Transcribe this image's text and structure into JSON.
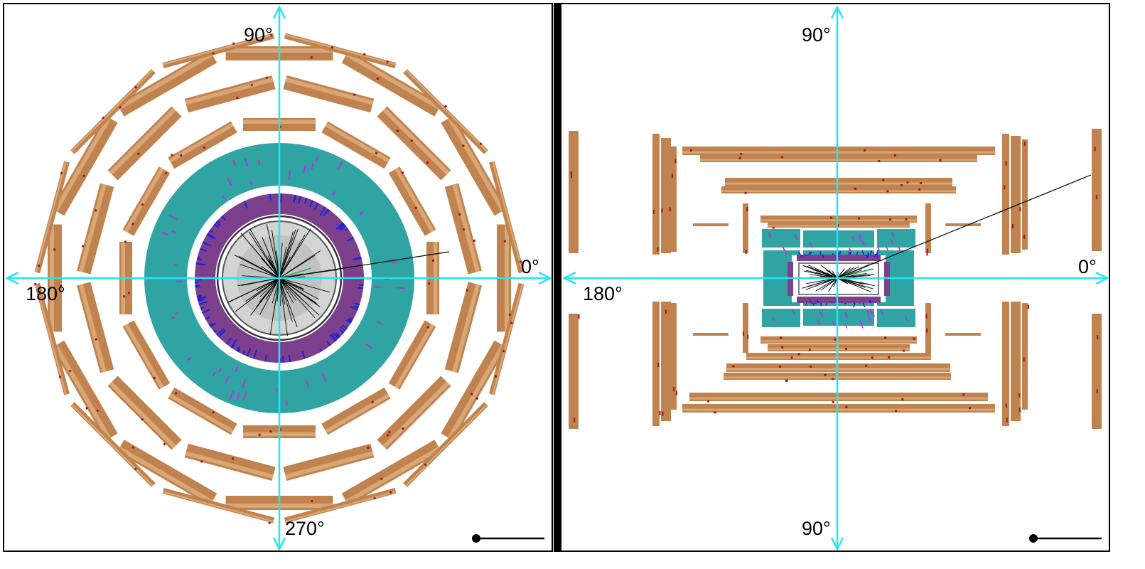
{
  "left_view": {
    "label_top": "90°",
    "label_bottom": "270°",
    "label_left": "180°",
    "label_right": "0°"
  },
  "right_view": {
    "label_top": "90°",
    "label_bottom": "90°",
    "label_left": "180°",
    "label_right": "0°"
  },
  "colors": {
    "axis": "#22e6f2",
    "muon_chamber": "#c0834f",
    "muon_chamber_light": "#d9a675",
    "muon_hit": "#a31414",
    "hcal": "#30a3a3",
    "ecal": "#7b3f8c",
    "tracker": "#cfcfcf",
    "track": "#000000",
    "calo_hit_blue": "#1f22e0",
    "calo_hit_violet": "#c22ee0"
  }
}
